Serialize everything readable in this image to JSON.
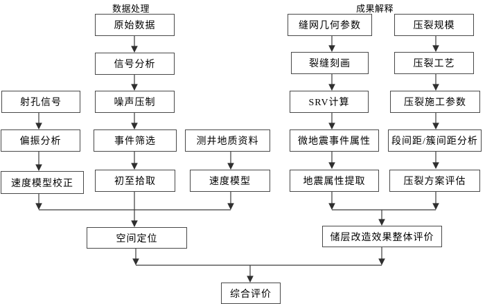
{
  "titles": {
    "data_processing": "数据处理",
    "result_interpretation": "成果解释"
  },
  "nodes": {
    "raw_data": "原始数据",
    "signal_analysis": "信号分析",
    "noise_suppression": "噪声压制",
    "event_screening": "事件筛选",
    "first_arrival_picking": "初至拾取",
    "perforation_signal": "射孔信号",
    "polarization_analysis": "偏振分析",
    "velocity_model_correction": "速度模型校正",
    "well_log_geology": "测井地质资料",
    "velocity_model": "速度模型",
    "spatial_positioning": "空间定位",
    "fracture_network_geometry": "缝网几何参数",
    "fracture_characterization": "裂缝刻画",
    "srv_calculation": "SRV计算",
    "microseismic_event_attributes": "微地震事件属性",
    "seismic_attribute_extraction": "地震属性提取",
    "fracturing_scale": "压裂规模",
    "fracturing_technology": "压裂工艺",
    "fracturing_operation_parameters": "压裂施工参数",
    "stage_cluster_spacing_analysis": "段间距/簇间距分析",
    "fracturing_plan_evaluation": "压裂方案评估",
    "reservoir_stimulation_overall_evaluation": "储层改造效果整体评价",
    "comprehensive_evaluation": "综合评价"
  },
  "colors": {
    "line": "#3a3a3a",
    "box_border": "#474747",
    "text": "#000000",
    "background": "#ffffff"
  }
}
